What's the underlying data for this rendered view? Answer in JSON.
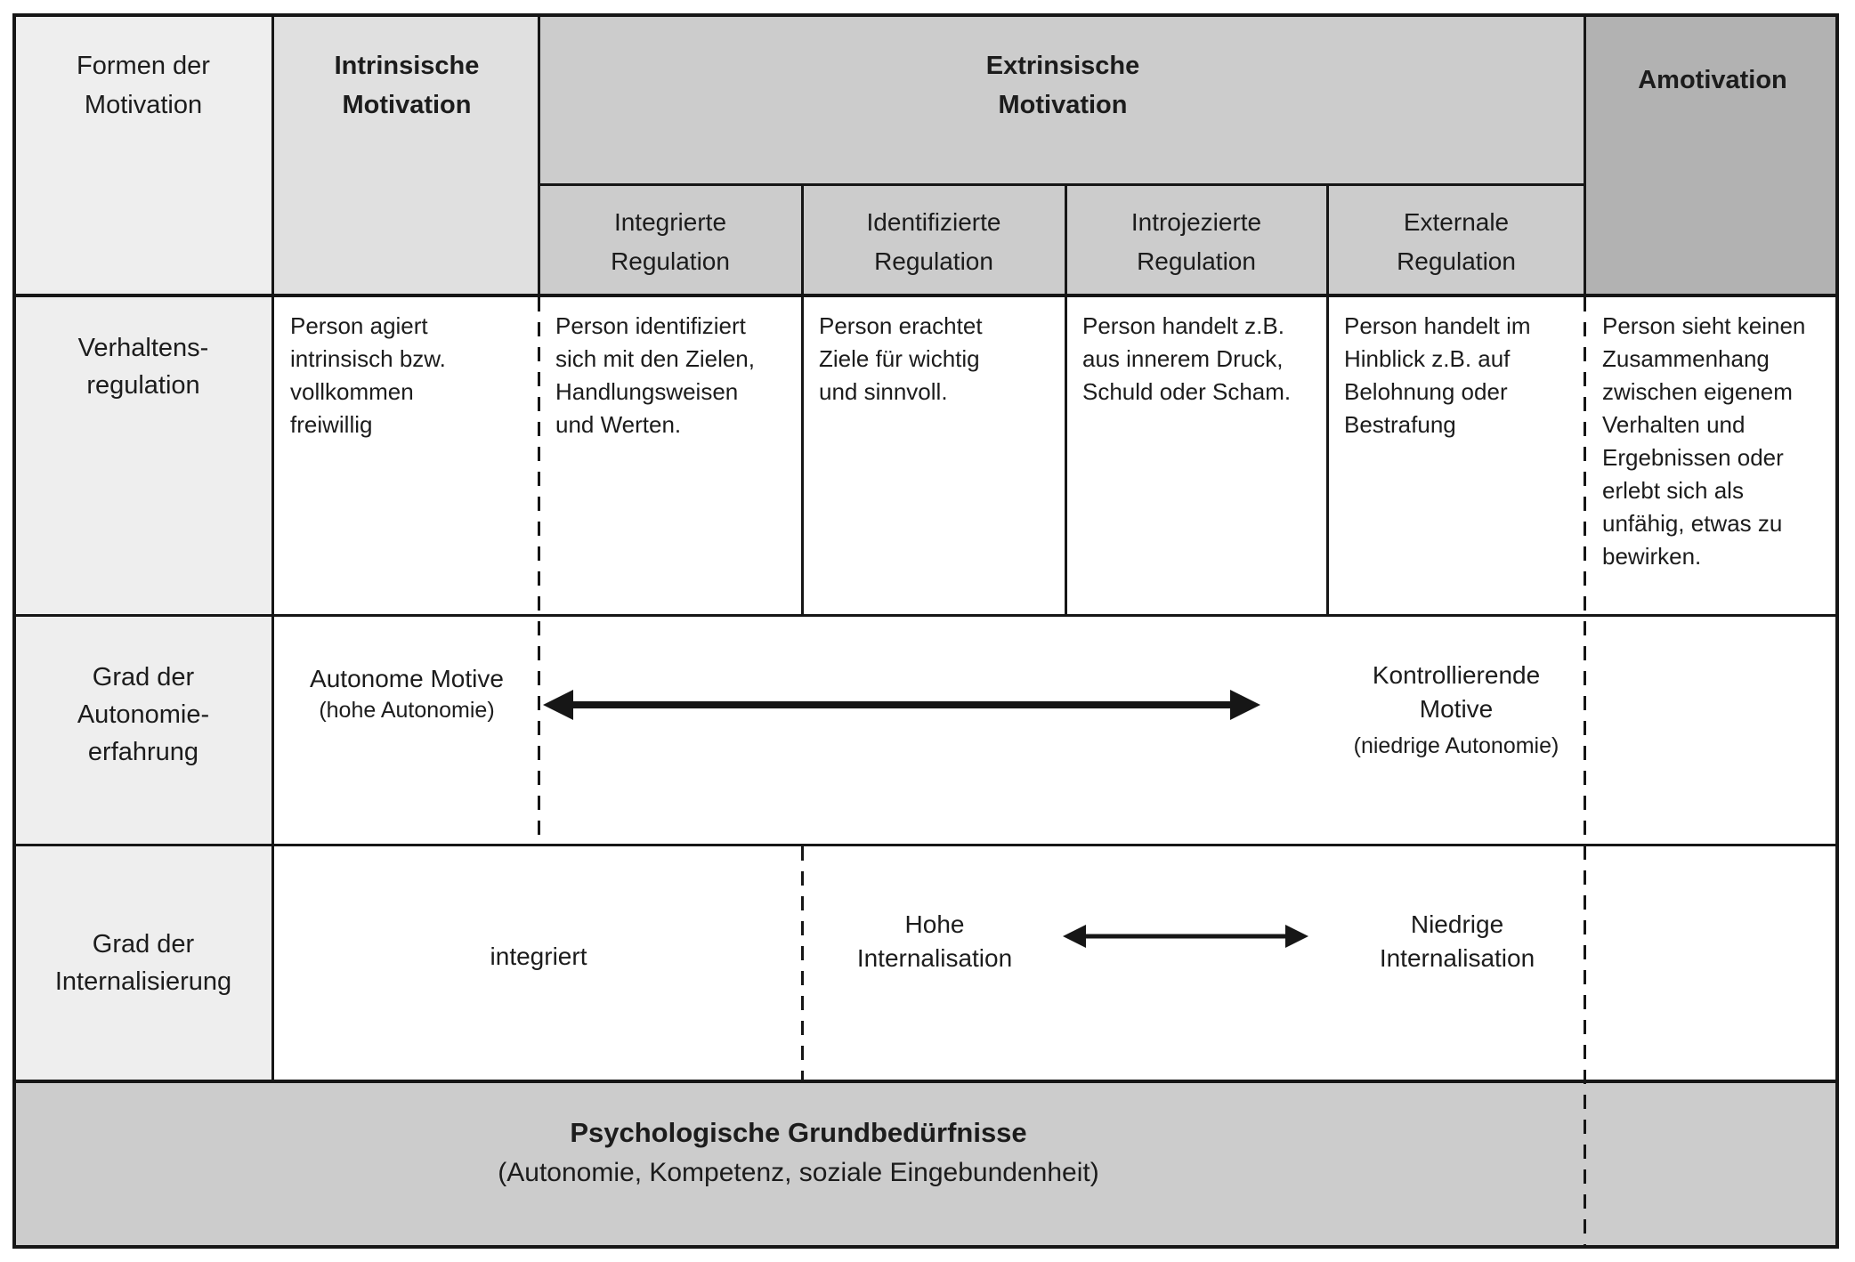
{
  "colors": {
    "label_bg": "#eeeeee",
    "intrinsic_bg": "#e0e0e0",
    "extrinsic_bg": "#cccccc",
    "amotivation_bg": "#b2b2b2",
    "footer_bg": "#cccccc",
    "border": "#161616",
    "text": "#1c1c1c"
  },
  "header": {
    "corner": "Formen der\nMotivation",
    "intrinsic": "Intrinsische\nMotivation",
    "extrinsic": "Extrinsische\nMotivation",
    "amotivation": "Amotivation",
    "sub": [
      "Integrierte\nRegulation",
      "Identifizierte\nRegulation",
      "Introjezierte\nRegulation",
      "Externale\nRegulation"
    ]
  },
  "rows": {
    "verhaltensregulation": {
      "label": "Verhaltens-\nregulation",
      "cells": [
        "Person agiert\nintrinsisch bzw.\nvollkommen\nfreiwillig",
        "Person identifiziert\nsich mit den Zielen,\nHandlungsweisen\nund Werten.",
        "Person erachtet\nZiele für wichtig\nund sinnvoll.",
        "Person handelt z.B.\naus innerem Druck,\nSchuld oder Scham.",
        "Person handelt im\nHinblick z.B. auf\nBelohnung oder\nBestrafung",
        "Person sieht keinen\nZusammenhang\nzwischen eigenem\nVerhalten und\nErgebnissen oder\nerlebt sich als\nunfähig, etwas zu\nbewirken."
      ]
    },
    "autonomie": {
      "label": "Grad der\nAutonomie-\nerfahrung",
      "left_title": "Autonome Motive",
      "left_sub": "(hohe Autonomie)",
      "right_title": "Kontrollierende\nMotive",
      "right_sub": "(niedrige Autonomie)"
    },
    "internalisierung": {
      "label": "Grad der\nInternalisierung",
      "integriert": "integriert",
      "hoch": "Hohe\nInternalisation",
      "niedrig": "Niedrige\nInternalisation"
    }
  },
  "footer": {
    "title": "Psychologische Grundbedürfnisse",
    "subtitle": "(Autonomie, Kompetenz, soziale Eingebundenheit)"
  }
}
